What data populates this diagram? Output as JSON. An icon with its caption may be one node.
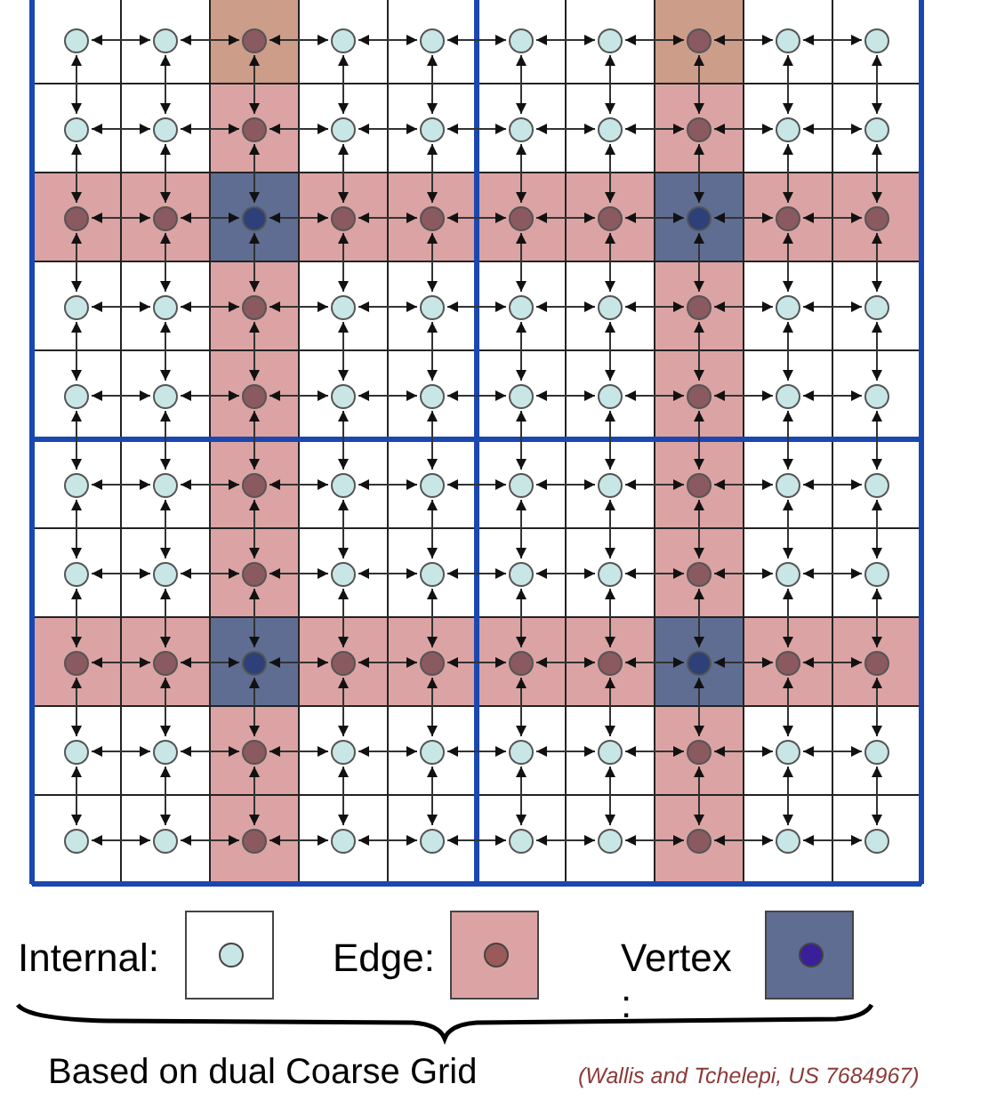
{
  "diagram": {
    "nodes": [
      {
        "text": [],
        "shape": "circle"
      },
      {
        "text": [],
        "shape": "circle"
      },
      {
        "text": [],
        "shape": "circle"
      },
      {
        "text": [],
        "shape": "circle"
      },
      {
        "text": [],
        "shape": "circle"
      },
      {
        "text": [],
        "shape": "circle"
      },
      {
        "text": [],
        "shape": "circle"
      },
      {
        "text": [],
        "shape": "circle"
      },
      {
        "text": [],
        "shape": "circle"
      },
      {
        "text": [],
        "shape": "circle"
      },
      {
        "text": [],
        "shape": "circle"
      },
      {
        "text": [],
        "shape": "circle"
      },
      {
        "text": [],
        "shape": "circle"
      },
      {
        "text": [],
        "shape": "circle"
      },
      {
        "text": [],
        "shape": "circle"
      },
      {
        "text": [],
        "shape": "circle"
      },
      {
        "text": [],
        "shape": "circle"
      },
      {
        "text": [],
        "shape": "circle"
      },
      {
        "text": [],
        "shape": "circle"
      },
      {
        "text": [],
        "shape": "circle"
      },
      {
        "text": [],
        "shape": "circle"
      },
      {
        "text": [],
        "shape": "circle"
      },
      {
        "text": [],
        "shape": "circle"
      },
      {
        "text": [],
        "shape": "circle"
      },
      {
        "text": [],
        "shape": "circle"
      },
      {
        "text": [],
        "shape": "circle"
      },
      {
        "text": [],
        "shape": "circle"
      },
      {
        "text": [],
        "shape": "circle"
      },
      {
        "text": [],
        "shape": "circle"
      },
      {
        "text": [],
        "shape": "circle"
      },
      {
        "text": [],
        "shape": "circle"
      },
      {
        "text": [],
        "shape": "circle"
      },
      {
        "text": [],
        "shape": "circle"
      },
      {
        "text": [],
        "shape": "circle"
      },
      {
        "text": [],
        "shape": "circle"
      },
      {
        "text": [],
        "shape": "circle"
      },
      {
        "text": [],
        "shape": "circle"
      },
      {
        "text": [],
        "shape": "circle"
      },
      {
        "text": [],
        "shape": "circle"
      },
      {
        "text": [],
        "shape": "circle"
      },
      {
        "text": [],
        "shape": "circle"
      },
      {
        "text": [],
        "shape": "circle"
      },
      {
        "text": [],
        "shape": "circle"
      },
      {
        "text": [],
        "shape": "circle"
      },
      {
        "text": [],
        "shape": "circle"
      },
      {
        "text": [],
        "shape": "circle"
      },
      {
        "text": [],
        "shape": "circle"
      },
      {
        "text": [],
        "shape": "circle"
      },
      {
        "text": [],
        "shape": "circle"
      },
      {
        "text": [],
        "shape": "circle"
      },
      {
        "text": [],
        "shape": "circle"
      },
      {
        "text": [],
        "shape": "circle"
      },
      {
        "text": [],
        "shape": "circle"
      },
      {
        "text": [],
        "shape": "circle"
      },
      {
        "text": [],
        "shape": "circle"
      },
      {
        "text": [],
        "shape": "circle"
      },
      {
        "text": [],
        "shape": "circle"
      },
      {
        "text": [],
        "shape": "circle"
      },
      {
        "text": [],
        "shape": "circle"
      },
      {
        "text": [],
        "shape": "circle"
      },
      {
        "text": [],
        "shape": "circle"
      },
      {
        "text": [],
        "shape": "circle"
      },
      {
        "text": [],
        "shape": "circle"
      },
      {
        "text": [],
        "shape": "circle"
      },
      {
        "text": [],
        "shape": "circle"
      },
      {
        "text": [],
        "shape": "circle"
      },
      {
        "text": [],
        "shape": "circle"
      },
      {
        "text": [],
        "shape": "circle"
      },
      {
        "text": [],
        "shape": "circle"
      },
      {
        "text": [],
        "shape": "circle"
      },
      {
        "text": [],
        "shape": "circle"
      },
      {
        "text": [],
        "shape": "circle"
      },
      {
        "text": [],
        "shape": "circle"
      },
      {
        "text": [],
        "shape": "circle"
      },
      {
        "text": [],
        "shape": "circle"
      },
      {
        "text": [],
        "shape": "circle"
      },
      {
        "text": [],
        "shape": "circle"
      },
      {
        "text": [],
        "shape": "circle"
      },
      {
        "text": [],
        "shape": "circle"
      },
      {
        "text": [],
        "shape": "circle"
      },
      {
        "text": [],
        "shape": "circle"
      },
      {
        "text": [],
        "shape": "circle"
      },
      {
        "text": [],
        "shape": "circle"
      },
      {
        "text": [],
        "shape": "circle"
      },
      {
        "text": [],
        "shape": "circle"
      },
      {
        "text": [],
        "shape": "circle"
      },
      {
        "text": [],
        "shape": "circle"
      },
      {
        "text": [],
        "shape": "circle"
      },
      {
        "text": [],
        "shape": "circle"
      },
      {
        "text": [],
        "shape": "circle"
      },
      {
        "text": [],
        "shape": "circle"
      },
      {
        "text": [],
        "shape": "circle"
      },
      {
        "text": [],
        "shape": "circle"
      },
      {
        "text": [],
        "shape": "circle"
      },
      {
        "text": [],
        "shape": "circle"
      },
      {
        "text": [],
        "shape": "circle"
      },
      {
        "text": [],
        "shape": "circle"
      },
      {
        "text": [],
        "shape": "circle"
      },
      {
        "text": [],
        "shape": "circle"
      },
      {
        "text": [],
        "shape": "circle"
      }
    ],
    "edges": [
      {
        "from": 0,
        "to": 1,
        "arrow": "both"
      },
      {
        "from": 1,
        "to": 2,
        "arrow": "both"
      },
      {
        "from": 2,
        "to": 3,
        "arrow": "both"
      },
      {
        "from": 3,
        "to": 4,
        "arrow": "both"
      },
      {
        "from": 4,
        "to": 5,
        "arrow": "both"
      },
      {
        "from": 5,
        "to": 6,
        "arrow": "both"
      },
      {
        "from": 6,
        "to": 7,
        "arrow": "both"
      },
      {
        "from": 7,
        "to": 8,
        "arrow": "both"
      },
      {
        "from": 8,
        "to": 9,
        "arrow": "both"
      },
      {
        "from": 0,
        "to": 10,
        "arrow": "both"
      },
      {
        "from": 1,
        "to": 11,
        "arrow": "both"
      },
      {
        "from": 2,
        "to": 12,
        "arrow": "both"
      },
      {
        "from": 3,
        "to": 13,
        "arrow": "both"
      },
      {
        "from": 4,
        "to": 14,
        "arrow": "both"
      },
      {
        "from": 5,
        "to": 15,
        "arrow": "both"
      },
      {
        "from": 6,
        "to": 16,
        "arrow": "both"
      },
      {
        "from": 7,
        "to": 17,
        "arrow": "both"
      },
      {
        "from": 8,
        "to": 18,
        "arrow": "both"
      },
      {
        "from": 9,
        "to": 19,
        "arrow": "both"
      },
      {
        "from": 10,
        "to": 11,
        "arrow": "both"
      },
      {
        "from": 11,
        "to": 12,
        "arrow": "both"
      },
      {
        "from": 12,
        "to": 13,
        "arrow": "both"
      },
      {
        "from": 13,
        "to": 14,
        "arrow": "both"
      },
      {
        "from": 14,
        "to": 15,
        "arrow": "both"
      },
      {
        "from": 15,
        "to": 16,
        "arrow": "both"
      },
      {
        "from": 16,
        "to": 17,
        "arrow": "both"
      },
      {
        "from": 17,
        "to": 18,
        "arrow": "both"
      },
      {
        "from": 18,
        "to": 19,
        "arrow": "both"
      },
      {
        "from": 10,
        "to": 20,
        "arrow": "both"
      },
      {
        "from": 11,
        "to": 21,
        "arrow": "both"
      },
      {
        "from": 12,
        "to": 22,
        "arrow": "both"
      },
      {
        "from": 13,
        "to": 23,
        "arrow": "both"
      },
      {
        "from": 14,
        "to": 24,
        "arrow": "both"
      },
      {
        "from": 15,
        "to": 25,
        "arrow": "both"
      },
      {
        "from": 16,
        "to": 26,
        "arrow": "both"
      },
      {
        "from": 17,
        "to": 27,
        "arrow": "both"
      },
      {
        "from": 18,
        "to": 28,
        "arrow": "both"
      },
      {
        "from": 19,
        "to": 29,
        "arrow": "both"
      },
      {
        "from": 20,
        "to": 21,
        "arrow": "both"
      },
      {
        "from": 21,
        "to": 22,
        "arrow": "both"
      },
      {
        "from": 22,
        "to": 23,
        "arrow": "both"
      },
      {
        "from": 23,
        "to": 24,
        "arrow": "both"
      },
      {
        "from": 24,
        "to": 25,
        "arrow": "both"
      },
      {
        "from": 25,
        "to": 26,
        "arrow": "both"
      },
      {
        "from": 26,
        "to": 27,
        "arrow": "both"
      },
      {
        "from": 27,
        "to": 28,
        "arrow": "both"
      },
      {
        "from": 28,
        "to": 29,
        "arrow": "both"
      },
      {
        "from": 20,
        "to": 30,
        "arrow": "both"
      },
      {
        "from": 21,
        "to": 31,
        "arrow": "both"
      },
      {
        "from": 22,
        "to": 32,
        "arrow": "both"
      },
      {
        "from": 23,
        "to": 33,
        "arrow": "both"
      },
      {
        "from": 24,
        "to": 34,
        "arrow": "both"
      },
      {
        "from": 25,
        "to": 35,
        "arrow": "both"
      },
      {
        "from": 26,
        "to": 36,
        "arrow": "both"
      },
      {
        "from": 27,
        "to": 37,
        "arrow": "both"
      },
      {
        "from": 28,
        "to": 38,
        "arrow": "both"
      },
      {
        "from": 29,
        "to": 39,
        "arrow": "both"
      },
      {
        "from": 30,
        "to": 31,
        "arrow": "both"
      },
      {
        "from": 31,
        "to": 32,
        "arrow": "both"
      },
      {
        "from": 32,
        "to": 33,
        "arrow": "both"
      },
      {
        "from": 33,
        "to": 34,
        "arrow": "both"
      },
      {
        "from": 34,
        "to": 35,
        "arrow": "both"
      },
      {
        "from": 35,
        "to": 36,
        "arrow": "both"
      },
      {
        "from": 36,
        "to": 37,
        "arrow": "both"
      },
      {
        "from": 37,
        "to": 38,
        "arrow": "both"
      },
      {
        "from": 38,
        "to": 39,
        "arrow": "both"
      },
      {
        "from": 30,
        "to": 40,
        "arrow": "both"
      },
      {
        "from": 31,
        "to": 41,
        "arrow": "both"
      },
      {
        "from": 32,
        "to": 42,
        "arrow": "both"
      },
      {
        "from": 33,
        "to": 43,
        "arrow": "both"
      },
      {
        "from": 34,
        "to": 44,
        "arrow": "both"
      },
      {
        "from": 35,
        "to": 45,
        "arrow": "both"
      },
      {
        "from": 36,
        "to": 46,
        "arrow": "both"
      },
      {
        "from": 37,
        "to": 47,
        "arrow": "both"
      },
      {
        "from": 38,
        "to": 48,
        "arrow": "both"
      },
      {
        "from": 39,
        "to": 49,
        "arrow": "both"
      },
      {
        "from": 40,
        "to": 41,
        "arrow": "both"
      },
      {
        "from": 41,
        "to": 42,
        "arrow": "both"
      },
      {
        "from": 42,
        "to": 43,
        "arrow": "both"
      },
      {
        "from": 43,
        "to": 44,
        "arrow": "both"
      },
      {
        "from": 44,
        "to": 45,
        "arrow": "both"
      },
      {
        "from": 45,
        "to": 46,
        "arrow": "both"
      },
      {
        "from": 46,
        "to": 47,
        "arrow": "both"
      },
      {
        "from": 47,
        "to": 48,
        "arrow": "both"
      },
      {
        "from": 48,
        "to": 49,
        "arrow": "both"
      },
      {
        "from": 40,
        "to": 50,
        "arrow": "both"
      },
      {
        "from": 41,
        "to": 51,
        "arrow": "both"
      },
      {
        "from": 42,
        "to": 52,
        "arrow": "both"
      },
      {
        "from": 43,
        "to": 53,
        "arrow": "both"
      },
      {
        "from": 44,
        "to": 54,
        "arrow": "both"
      },
      {
        "from": 45,
        "to": 55,
        "arrow": "both"
      },
      {
        "from": 46,
        "to": 56,
        "arrow": "both"
      },
      {
        "from": 47,
        "to": 57,
        "arrow": "both"
      },
      {
        "from": 48,
        "to": 58,
        "arrow": "both"
      },
      {
        "from": 49,
        "to": 59,
        "arrow": "both"
      },
      {
        "from": 50,
        "to": 51,
        "arrow": "both"
      },
      {
        "from": 51,
        "to": 52,
        "arrow": "both"
      },
      {
        "from": 52,
        "to": 53,
        "arrow": "both"
      },
      {
        "from": 53,
        "to": 54,
        "arrow": "both"
      },
      {
        "from": 54,
        "to": 55,
        "arrow": "both"
      },
      {
        "from": 55,
        "to": 56,
        "arrow": "both"
      },
      {
        "from": 56,
        "to": 57,
        "arrow": "both"
      },
      {
        "from": 57,
        "to": 58,
        "arrow": "both"
      },
      {
        "from": 58,
        "to": 59,
        "arrow": "both"
      },
      {
        "from": 50,
        "to": 60,
        "arrow": "both"
      },
      {
        "from": 51,
        "to": 61,
        "arrow": "both"
      },
      {
        "from": 52,
        "to": 62,
        "arrow": "both"
      },
      {
        "from": 53,
        "to": 63,
        "arrow": "both"
      },
      {
        "from": 54,
        "to": 64,
        "arrow": "both"
      },
      {
        "from": 55,
        "to": 65,
        "arrow": "both"
      },
      {
        "from": 56,
        "to": 66,
        "arrow": "both"
      },
      {
        "from": 57,
        "to": 67,
        "arrow": "both"
      },
      {
        "from": 58,
        "to": 68,
        "arrow": "both"
      },
      {
        "from": 59,
        "to": 69,
        "arrow": "both"
      },
      {
        "from": 60,
        "to": 61,
        "arrow": "both"
      },
      {
        "from": 61,
        "to": 62,
        "arrow": "both"
      },
      {
        "from": 62,
        "to": 63,
        "arrow": "both"
      },
      {
        "from": 63,
        "to": 64,
        "arrow": "both"
      },
      {
        "from": 64,
        "to": 65,
        "arrow": "both"
      },
      {
        "from": 65,
        "to": 66,
        "arrow": "both"
      },
      {
        "from": 66,
        "to": 67,
        "arrow": "both"
      },
      {
        "from": 67,
        "to": 68,
        "arrow": "both"
      },
      {
        "from": 68,
        "to": 69,
        "arrow": "both"
      },
      {
        "from": 60,
        "to": 70,
        "arrow": "both"
      },
      {
        "from": 61,
        "to": 71,
        "arrow": "both"
      },
      {
        "from": 62,
        "to": 72,
        "arrow": "both"
      },
      {
        "from": 63,
        "to": 73,
        "arrow": "both"
      },
      {
        "from": 64,
        "to": 74,
        "arrow": "both"
      },
      {
        "from": 65,
        "to": 75,
        "arrow": "both"
      },
      {
        "from": 66,
        "to": 76,
        "arrow": "both"
      },
      {
        "from": 67,
        "to": 77,
        "arrow": "both"
      },
      {
        "from": 68,
        "to": 78,
        "arrow": "both"
      },
      {
        "from": 69,
        "to": 79,
        "arrow": "both"
      },
      {
        "from": 70,
        "to": 71,
        "arrow": "both"
      },
      {
        "from": 71,
        "to": 72,
        "arrow": "both"
      },
      {
        "from": 72,
        "to": 73,
        "arrow": "both"
      },
      {
        "from": 73,
        "to": 74,
        "arrow": "both"
      },
      {
        "from": 74,
        "to": 75,
        "arrow": "both"
      },
      {
        "from": 75,
        "to": 76,
        "arrow": "both"
      },
      {
        "from": 76,
        "to": 77,
        "arrow": "both"
      },
      {
        "from": 77,
        "to": 78,
        "arrow": "both"
      },
      {
        "from": 78,
        "to": 79,
        "arrow": "both"
      },
      {
        "from": 70,
        "to": 80,
        "arrow": "both"
      },
      {
        "from": 71,
        "to": 81,
        "arrow": "both"
      },
      {
        "from": 72,
        "to": 82,
        "arrow": "both"
      },
      {
        "from": 73,
        "to": 83,
        "arrow": "both"
      },
      {
        "from": 74,
        "to": 84,
        "arrow": "both"
      },
      {
        "from": 75,
        "to": 85,
        "arrow": "both"
      },
      {
        "from": 76,
        "to": 86,
        "arrow": "both"
      },
      {
        "from": 77,
        "to": 87,
        "arrow": "both"
      },
      {
        "from": 78,
        "to": 88,
        "arrow": "both"
      },
      {
        "from": 79,
        "to": 89,
        "arrow": "both"
      },
      {
        "from": 80,
        "to": 81,
        "arrow": "both"
      },
      {
        "from": 81,
        "to": 82,
        "arrow": "both"
      },
      {
        "from": 82,
        "to": 83,
        "arrow": "both"
      },
      {
        "from": 83,
        "to": 84,
        "arrow": "both"
      },
      {
        "from": 84,
        "to": 85,
        "arrow": "both"
      },
      {
        "from": 85,
        "to": 86,
        "arrow": "both"
      },
      {
        "from": 86,
        "to": 87,
        "arrow": "both"
      },
      {
        "from": 87,
        "to": 88,
        "arrow": "both"
      },
      {
        "from": 88,
        "to": 89,
        "arrow": "both"
      },
      {
        "from": 80,
        "to": 90,
        "arrow": "both"
      },
      {
        "from": 81,
        "to": 91,
        "arrow": "both"
      },
      {
        "from": 82,
        "to": 92,
        "arrow": "both"
      },
      {
        "from": 83,
        "to": 93,
        "arrow": "both"
      },
      {
        "from": 84,
        "to": 94,
        "arrow": "both"
      },
      {
        "from": 85,
        "to": 95,
        "arrow": "both"
      },
      {
        "from": 86,
        "to": 96,
        "arrow": "both"
      },
      {
        "from": 87,
        "to": 97,
        "arrow": "both"
      },
      {
        "from": 88,
        "to": 98,
        "arrow": "both"
      },
      {
        "from": 89,
        "to": 99,
        "arrow": "both"
      },
      {
        "from": 90,
        "to": 91,
        "arrow": "both"
      },
      {
        "from": 91,
        "to": 92,
        "arrow": "both"
      },
      {
        "from": 92,
        "to": 93,
        "arrow": "both"
      },
      {
        "from": 93,
        "to": 94,
        "arrow": "both"
      },
      {
        "from": 94,
        "to": 95,
        "arrow": "both"
      },
      {
        "from": 95,
        "to": 96,
        "arrow": "both"
      },
      {
        "from": 96,
        "to": 97,
        "arrow": "both"
      },
      {
        "from": 97,
        "to": 98,
        "arrow": "both"
      },
      {
        "from": 98,
        "to": 99,
        "arrow": "both"
      }
    ],
    "labels": [
      "Based on dual Coarse Grid",
      "(Wallis and Tchelepi, US 7684967)"
    ],
    "legend": [
      {
        "text": "Internal:",
        "color": "#ffffff"
      },
      {
        "text": "Edge:",
        "color": "#dba3a3"
      },
      {
        "text": "Vertex :",
        "color": "#5f6d93"
      }
    ]
  }
}
